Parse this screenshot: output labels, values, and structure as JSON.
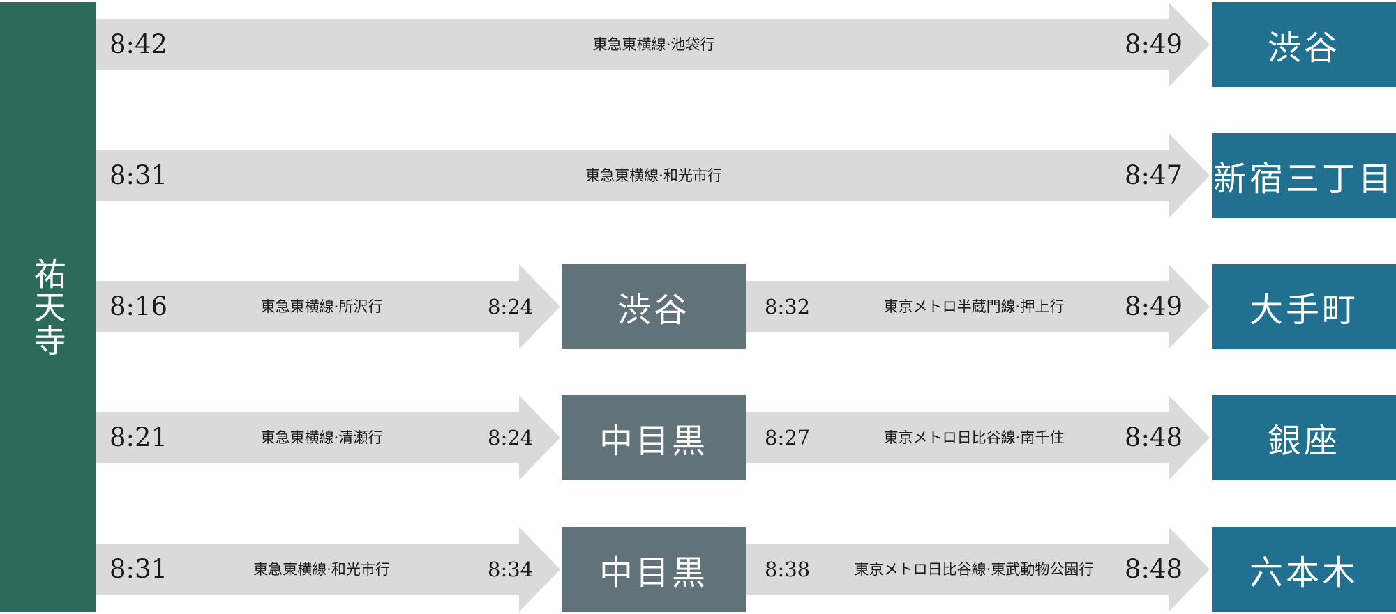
{
  "origin": {
    "name": "祐天寺"
  },
  "colors": {
    "origin": "#2c6b5b",
    "transfer": "#627279",
    "destination": "#21708f",
    "arrow": "#dadada"
  },
  "routes": [
    {
      "destination": "渋谷",
      "legs": [
        {
          "depart": "8:42",
          "line": "東急東横線·池袋行",
          "arrive": "8:49"
        }
      ]
    },
    {
      "destination": "新宿三丁目",
      "legs": [
        {
          "depart": "8:31",
          "line": "東急東横線·和光市行",
          "arrive": "8:47"
        }
      ]
    },
    {
      "destination": "大手町",
      "transfer": "渋谷",
      "legs": [
        {
          "depart": "8:16",
          "line": "東急東横線·所沢行",
          "arrive": "8:24"
        },
        {
          "depart": "8:32",
          "line": "東京メトロ半蔵門線·押上行",
          "arrive": "8:49"
        }
      ]
    },
    {
      "destination": "銀座",
      "transfer": "中目黒",
      "legs": [
        {
          "depart": "8:21",
          "line": "東急東横線·清瀬行",
          "arrive": "8:24"
        },
        {
          "depart": "8:27",
          "line": "東京メトロ日比谷線·南千住",
          "arrive": "8:48"
        }
      ]
    },
    {
      "destination": "六本木",
      "transfer": "中目黒",
      "legs": [
        {
          "depart": "8:31",
          "line": "東急東横線·和光市行",
          "arrive": "8:34"
        },
        {
          "depart": "8:38",
          "line": "東京メトロ日比谷線·東武動物公園行",
          "arrive": "8:48"
        }
      ]
    }
  ]
}
